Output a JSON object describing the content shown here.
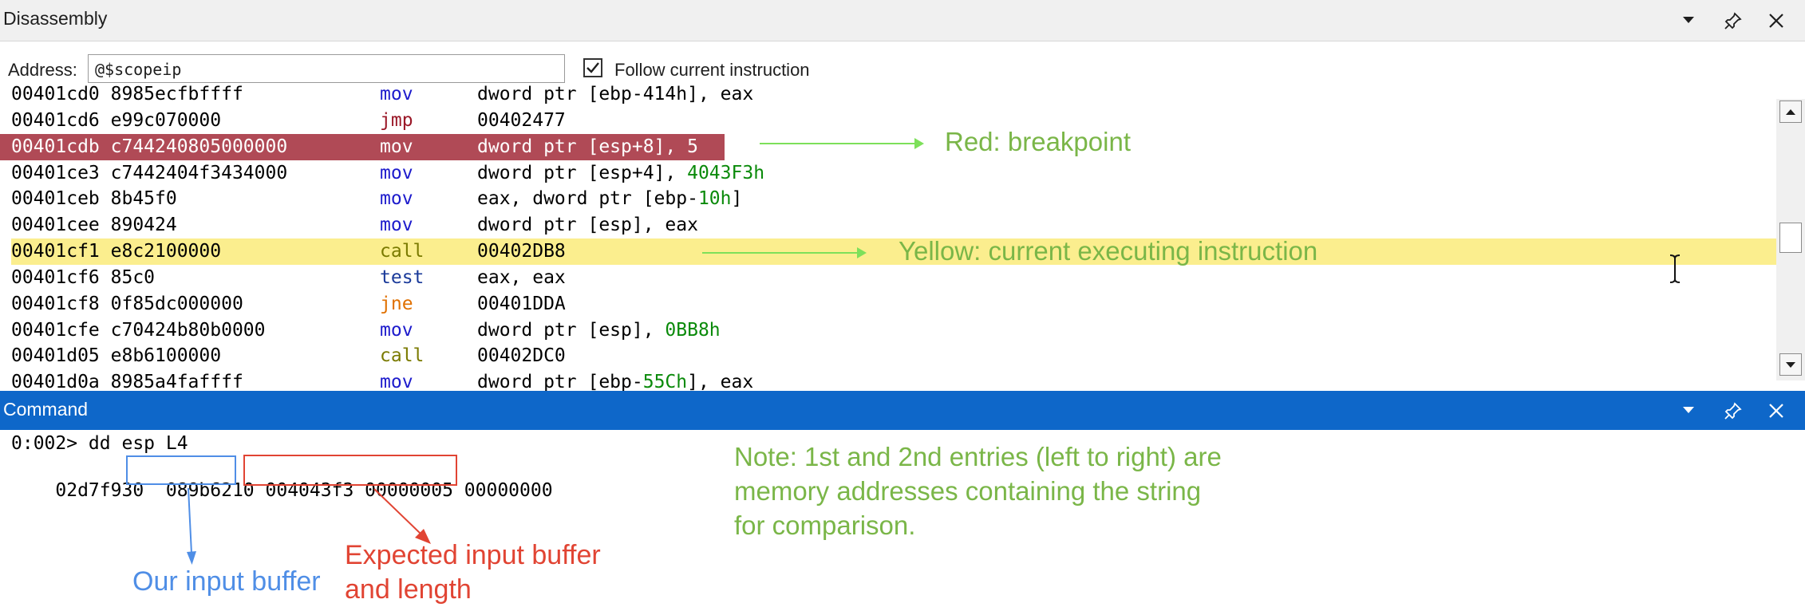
{
  "disassembly": {
    "title": "Disassembly",
    "address_label": "Address:",
    "address_value": "@$scopeip",
    "follow_label": "Follow current instruction",
    "follow_checked": true,
    "rows": [
      {
        "addr": "00401cd0 8985ecfbffff",
        "mnemonic": "mov",
        "operands": "dword ptr [ebp-414h], eax"
      },
      {
        "addr": "00401cd6 e99c070000",
        "mnemonic": "jmp",
        "operands": "00402477"
      },
      {
        "addr": "00401cdb c744240805000000",
        "mnemonic": "mov",
        "operands": "dword ptr [esp+8], 5"
      },
      {
        "addr": "00401ce3 c7442404f3434000",
        "mnemonic": "mov",
        "operands_pre": "dword ptr [esp+4], ",
        "operands_num": "4043F3h"
      },
      {
        "addr": "00401ceb 8b45f0",
        "mnemonic": "mov",
        "operands_pre": "eax, dword ptr [ebp-",
        "operands_num": "10h",
        "operands_post": "]"
      },
      {
        "addr": "00401cee 890424",
        "mnemonic": "mov",
        "operands": "dword ptr [esp], eax"
      },
      {
        "addr": "00401cf1 e8c2100000",
        "mnemonic": "call",
        "operands": "00402DB8"
      },
      {
        "addr": "00401cf6 85c0",
        "mnemonic": "test",
        "operands": "eax, eax"
      },
      {
        "addr": "00401cf8 0f85dc000000",
        "mnemonic": "jne",
        "operands": "00401DDA"
      },
      {
        "addr": "00401cfe c70424b80b0000",
        "mnemonic": "mov",
        "operands_pre": "dword ptr [esp], ",
        "operands_num": "0BB8h"
      },
      {
        "addr": "00401d05 e8b6100000",
        "mnemonic": "call",
        "operands": "00402DC0"
      },
      {
        "addr": "00401d0a 8985a4faffff",
        "mnemonic": "mov",
        "operands_pre": "dword ptr [ebp-",
        "operands_num": "55Ch",
        "operands_post": "], eax"
      }
    ],
    "annotations": {
      "red": "Red: breakpoint",
      "yellow": "Yellow: current executing instruction"
    },
    "colors": {
      "breakpoint": "#b04a56",
      "current": "#fbee8e",
      "annotation": "#7ab648"
    }
  },
  "command": {
    "title": "Command",
    "prompt_line": "0:002> dd esp L4",
    "dump": {
      "addr": "02d7f930",
      "v1": "089b6210",
      "v2": "004043f3",
      "v3": "00000005",
      "v4": "00000000"
    },
    "note": [
      "Note: 1st and 2nd entries (left to right) are",
      "memory addresses containing the string",
      "for comparison."
    ],
    "our_input": "Our input buffer",
    "expected": [
      "Expected input buffer",
      "and length"
    ],
    "colors": {
      "title_bar": "#0e67c9",
      "blue_box": "#4f8ee6",
      "red_box": "#e14433"
    }
  },
  "icons": [
    "chevron-down-icon",
    "pin-icon",
    "close-icon",
    "scroll-up-icon",
    "scroll-down-icon",
    "text-cursor-icon"
  ]
}
